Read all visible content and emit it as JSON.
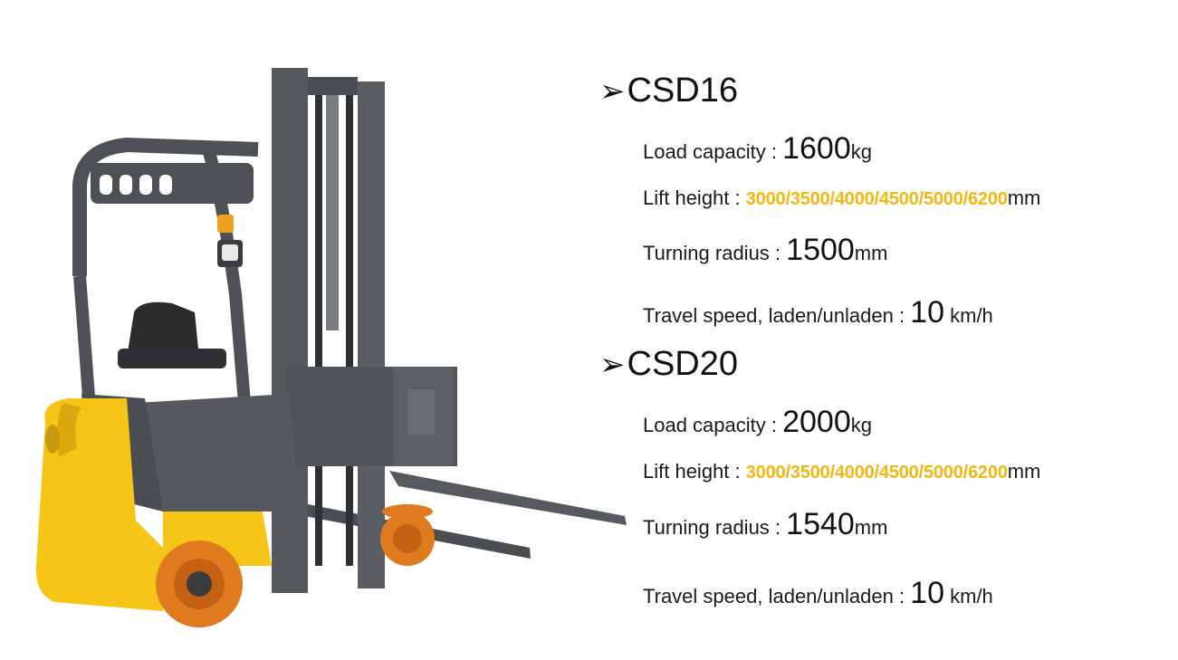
{
  "models": [
    {
      "arrow": "➢",
      "name": "CSD16",
      "load_label": "Load capacity : ",
      "load_value": "1600",
      "load_unit": "kg",
      "lift_label": "Lift height : ",
      "lift_value": "3000/3500/4000/4500/5000/6200",
      "lift_unit": "mm",
      "turn_label": "Turning radius : ",
      "turn_value": "1500",
      "turn_unit": "mm",
      "speed_label": "Travel speed, laden/unladen : ",
      "speed_value": "10",
      "speed_unit": " km/h"
    },
    {
      "arrow": "➢",
      "name": "CSD20",
      "load_label": "Load capacity : ",
      "load_value": "2000",
      "load_unit": "kg",
      "lift_label": "Lift height : ",
      "lift_value": "3000/3500/4000/4500/5000/6200",
      "lift_unit": "mm",
      "turn_label": "Turning radius : ",
      "turn_value": "1540",
      "turn_unit": "mm",
      "speed_label": "Travel speed, laden/unladen : ",
      "speed_value": "10",
      "speed_unit": " km/h"
    }
  ],
  "colors": {
    "highlight": "#f2b713",
    "body_yellow": "#f5c518",
    "frame_grey": "#4d5054",
    "wheel_orange": "#e07a1f"
  },
  "icons": [
    "forklift-illustration",
    "arrow-bullet-icon"
  ]
}
